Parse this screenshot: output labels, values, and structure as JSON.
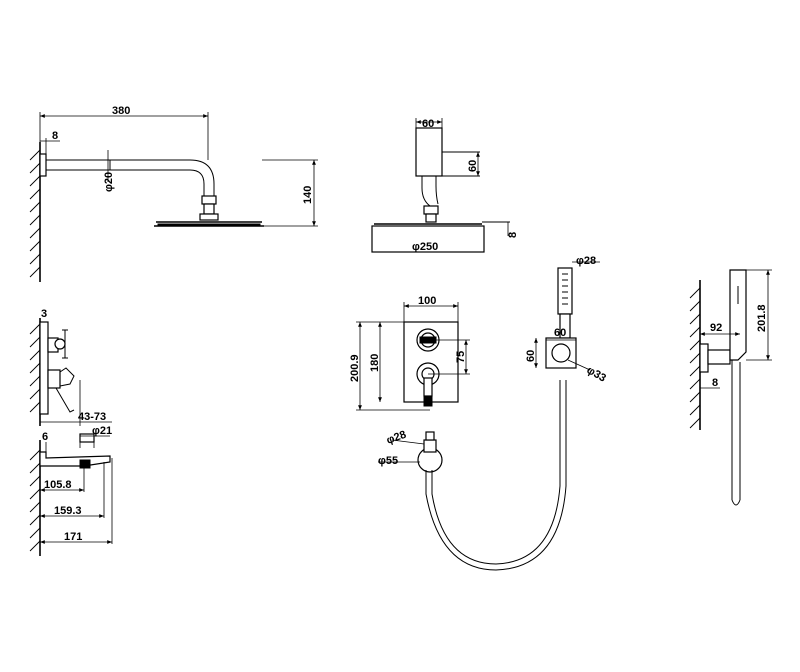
{
  "rain_shower": {
    "arm_length": "380",
    "wall_offset": "8",
    "arm_diameter": "φ20",
    "drop_height": "140"
  },
  "shower_head_top": {
    "flange_width": "60",
    "flange_height": "60",
    "head_thickness": "8",
    "head_diameter": "φ250"
  },
  "mixer_side": {
    "plate_offset": "3",
    "projection": "43-73"
  },
  "spout": {
    "wall_offset": "6",
    "outlet_diameter": "φ21",
    "dim_a": "105.8",
    "dim_b": "159.3",
    "dim_c": "171"
  },
  "mixer_front": {
    "width": "100",
    "total_height": "200.9",
    "body_height": "180",
    "handle_spacing": "75"
  },
  "outlet_elbow": {
    "outer_diameter": "φ28",
    "flange_diameter": "φ55"
  },
  "hand_shower_front": {
    "handle_diameter": "φ28",
    "holder_width": "60",
    "holder_height": "60",
    "hole_diameter": "φ33"
  },
  "hand_shower_side": {
    "height": "201.8",
    "projection": "92",
    "plate_thickness": "8"
  }
}
